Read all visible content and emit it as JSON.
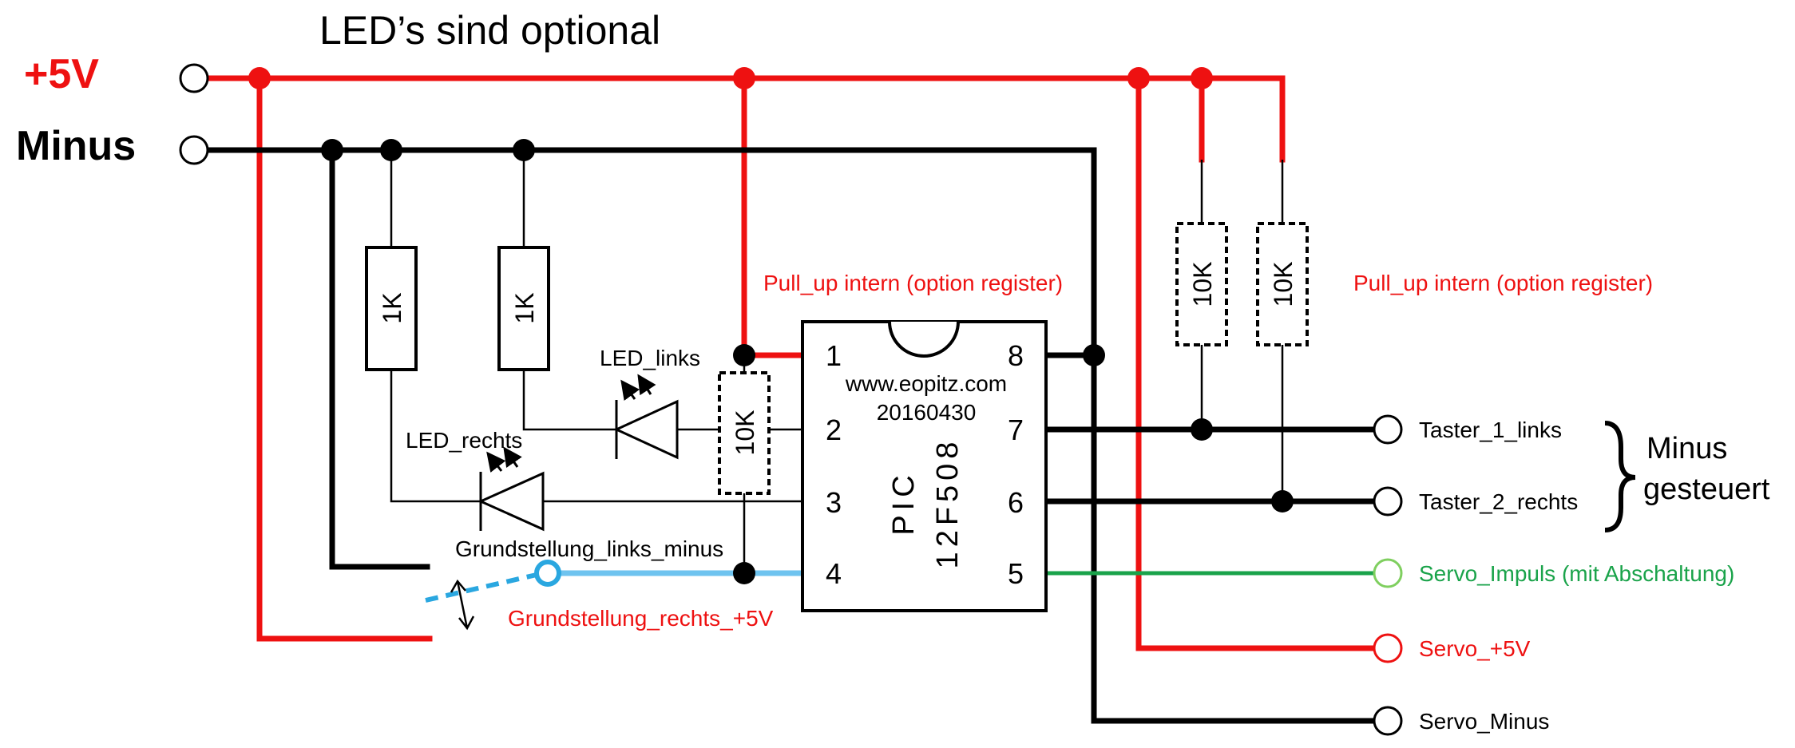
{
  "title": "LED’s sind optional",
  "rails": {
    "plus": "+5V",
    "minus": "Minus"
  },
  "resistors": {
    "r1k_left": "1K",
    "r1k_right": "1K",
    "r10k_pin1": "10K",
    "r10k_taster1": "10K",
    "r10k_taster2": "10K"
  },
  "leds": {
    "links": "LED_links",
    "rechts": "LED_rechts"
  },
  "chip": {
    "website": "www.eopitz.com",
    "date": "20160430",
    "name_line1": "PIC",
    "name_line2": "12F508",
    "pins": [
      "1",
      "2",
      "3",
      "4",
      "5",
      "6",
      "7",
      "8"
    ]
  },
  "annotations": {
    "pullup_left": "Pull_up intern (option register)",
    "pullup_right": "Pull_up intern (option register)",
    "grundstellung_links": "Grundstellung_links_minus",
    "grundstellung_rechts": "Grundstellung_rechts_+5V",
    "minus_gesteuert_1": "Minus",
    "minus_gesteuert_2": "gesteuert"
  },
  "terminals": {
    "taster1": "Taster_1_links",
    "taster2": "Taster_2_rechts",
    "servo_impuls": "Servo_Impuls (mit Abschaltung)",
    "servo_plus": "Servo_+5V",
    "servo_minus": "Servo_Minus"
  },
  "colors": {
    "plus": "#ee1111",
    "minus": "#000000",
    "signal": "#111111",
    "servo_impuls": "#1aa34a",
    "switch": "#2aa7e0",
    "switch_wire": "#6ec3ef",
    "servo_impuls_terminal": "#7fcf5f"
  }
}
